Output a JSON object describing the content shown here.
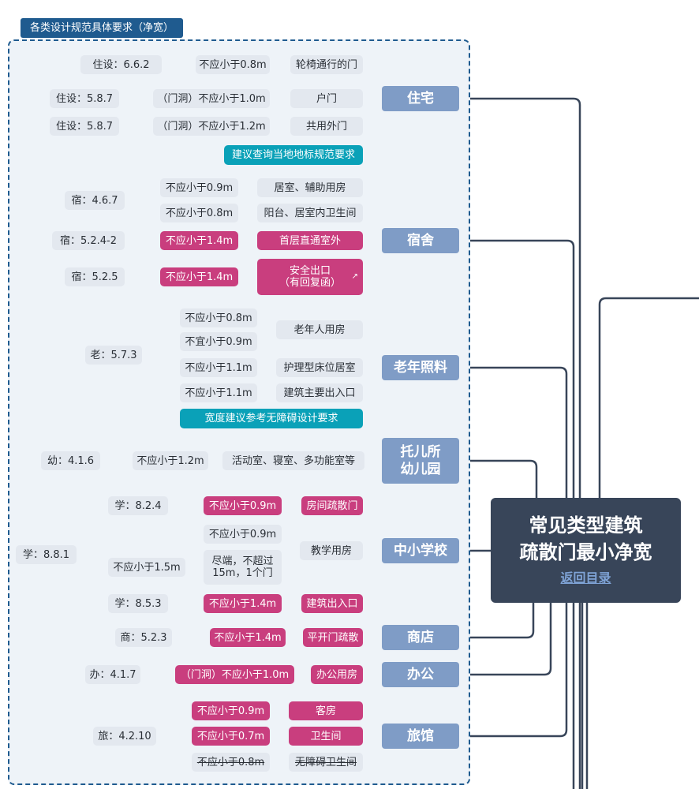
{
  "frame_title": "各类设计规范具体要求（净宽）",
  "main": {
    "title_line1": "常见类型建筑",
    "title_line2": "疏散门最小净宽",
    "link": "返回目录"
  },
  "categories": {
    "residential": "住宅",
    "dormitory": "宿舍",
    "elderly": "老年照料",
    "nursery_l1": "托儿所",
    "nursery_l2": "幼儿园",
    "school": "中小学校",
    "shop": "商店",
    "office": "办公",
    "hotel": "旅馆"
  },
  "residential": {
    "ref1": "住设：6.6.2",
    "ref2": "住设：5.8.7",
    "ref3": "住设：5.8.7",
    "req1": "不应小于0.8m",
    "req2": "（门洞）不应小于1.0m",
    "req3": "（门洞）不应小于1.2m",
    "item1": "轮椅通行的门",
    "item2": "户门",
    "item3": "共用外门",
    "note": "建议查询当地地标规范要求"
  },
  "dormitory": {
    "ref1": "宿：4.6.7",
    "ref2": "宿：5.2.4-2",
    "ref3": "宿：5.2.5",
    "req1": "不应小于0.9m",
    "req2": "不应小于0.8m",
    "req3": "不应小于1.4m",
    "req4": "不应小于1.4m",
    "item1": "居室、辅助用房",
    "item2": "阳台、居室内卫生间",
    "item3": "首层直通室外",
    "item4_l1": "安全出口",
    "item4_l2": "（有回复函）"
  },
  "elderly": {
    "ref": "老：5.7.3",
    "req1": "不应小于0.8m",
    "req2": "不宜小于0.9m",
    "req3": "不应小于1.1m",
    "req4": "不应小于1.1m",
    "item1": "老年人用房",
    "item2": "护理型床位居室",
    "item3": "建筑主要出入口",
    "note": "宽度建议参考无障碍设计要求"
  },
  "nursery": {
    "ref": "幼：4.1.6",
    "req": "不应小于1.2m",
    "item": "活动室、寝室、多功能室等"
  },
  "school": {
    "ref_main": "学：8.8.1",
    "ref1": "学：8.2.4",
    "ref2": "学：8.5.3",
    "req1": "不应小于0.9m",
    "req2": "不应小于0.9m",
    "req3": "不应小于1.5m",
    "req4_l1": "尽端，不超过",
    "req4_l2": "15m，1个门",
    "req5": "不应小于1.4m",
    "item1": "房间疏散门",
    "item2": "教学用房",
    "item3": "建筑出入口"
  },
  "shop": {
    "ref": "商：5.2.3",
    "req": "不应小于1.4m",
    "item": "平开门疏散"
  },
  "office": {
    "ref": "办：4.1.7",
    "req": "（门洞）不应小于1.0m",
    "item": "办公用房"
  },
  "hotel": {
    "ref": "旅：4.2.10",
    "req1": "不应小于0.9m",
    "req2": "不应小于0.7m",
    "req3": "不应小于0.8m",
    "item1": "客房",
    "item2": "卫生间",
    "item3": "无障碍卫生间"
  },
  "colors": {
    "dark": "#384559",
    "category": "#7f9cc6",
    "pink": "#c93e7e",
    "teal": "#0aa1b8",
    "grey": "#e3e8ef",
    "frame": "#1f5b8f"
  }
}
